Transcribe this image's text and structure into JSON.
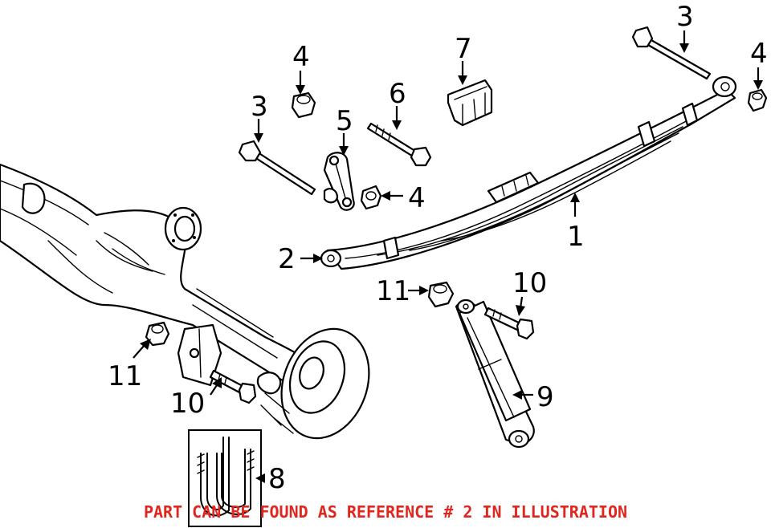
{
  "diagram": {
    "callouts": {
      "c1": "1",
      "c2": "2",
      "c3a": "3",
      "c3b": "3",
      "c4a": "4",
      "c4b": "4",
      "c4c": "4",
      "c5": "5",
      "c6": "6",
      "c7": "7",
      "c8": "8",
      "c9": "9",
      "c10a": "10",
      "c10b": "10",
      "c11a": "11",
      "c11b": "11"
    },
    "notice": "PART CAN BE FOUND AS REFERENCE # 2 IN ILLUSTRATION"
  }
}
